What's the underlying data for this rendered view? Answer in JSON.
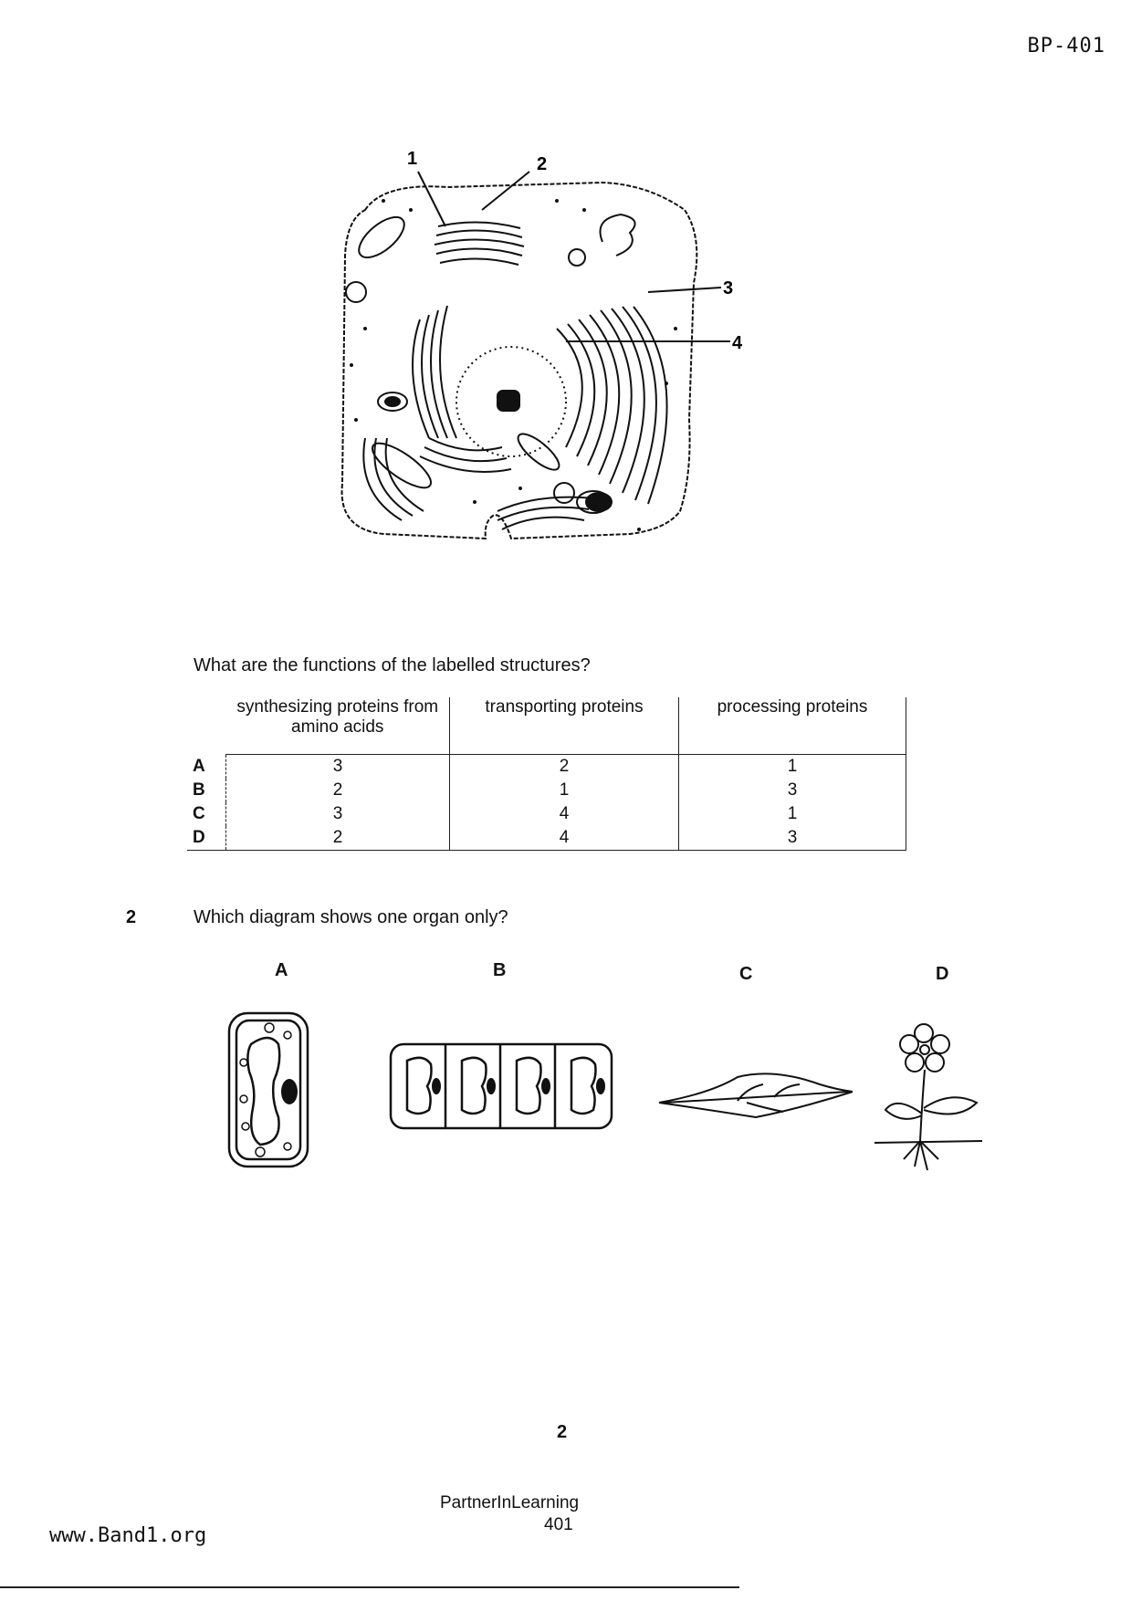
{
  "header": {
    "code": "BP-401"
  },
  "cell_diagram": {
    "labels": [
      "1",
      "2",
      "3",
      "4"
    ]
  },
  "question1": {
    "prompt": "What are the functions of the labelled structures?",
    "columns": [
      "synthesizing proteins from amino acids",
      "transporting proteins",
      "processing proteins"
    ],
    "rows": [
      {
        "option": "A",
        "values": [
          "3",
          "2",
          "1"
        ]
      },
      {
        "option": "B",
        "values": [
          "2",
          "1",
          "3"
        ]
      },
      {
        "option": "C",
        "values": [
          "3",
          "4",
          "1"
        ]
      },
      {
        "option": "D",
        "values": [
          "2",
          "4",
          "3"
        ]
      }
    ]
  },
  "question2": {
    "number": "2",
    "prompt": "Which diagram shows one organ only?",
    "options": [
      "A",
      "B",
      "C",
      "D"
    ]
  },
  "footer": {
    "page_number": "2",
    "publisher": "PartnerInLearning",
    "code": "401",
    "website": "www.Band1.org"
  }
}
